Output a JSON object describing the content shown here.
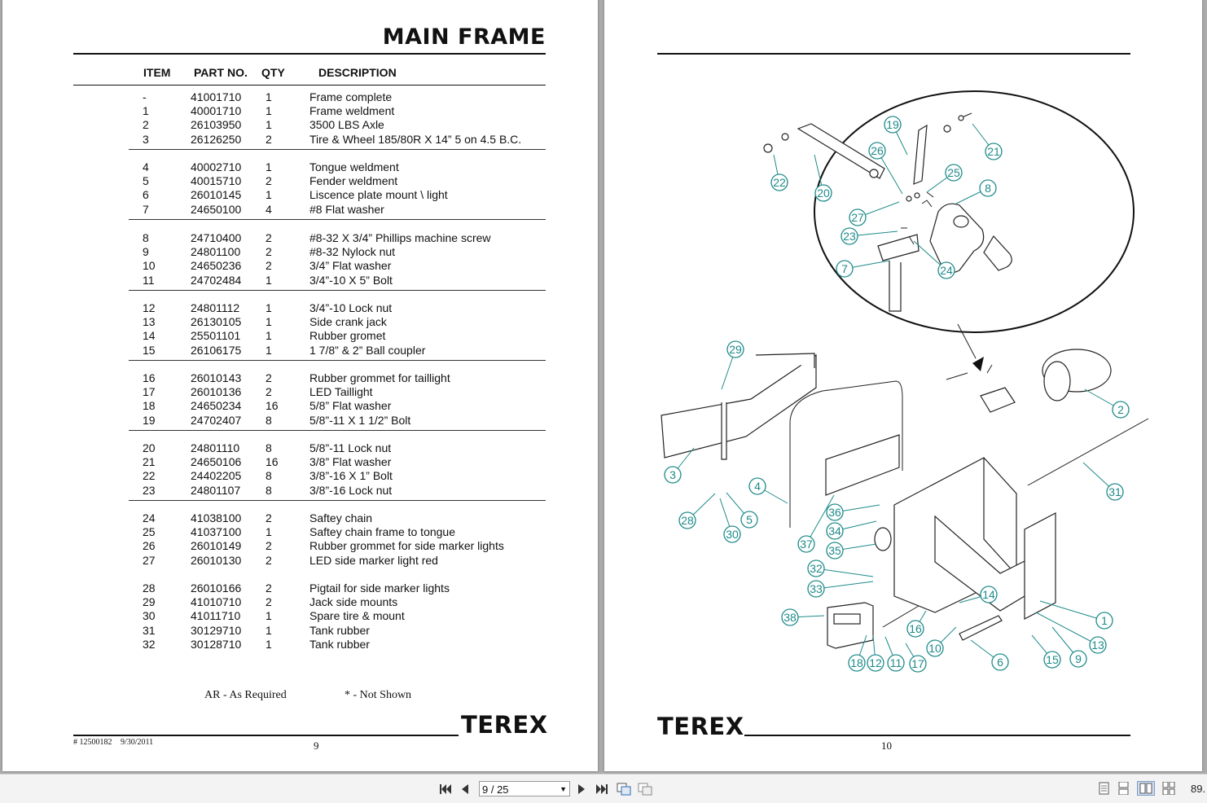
{
  "left_page": {
    "title": "MAIN FRAME",
    "columns": {
      "item": "ITEM",
      "part": "PART NO.",
      "qty": "QTY",
      "desc": "DESCRIPTION"
    },
    "groups": [
      [
        {
          "item": "-",
          "part": "41001710",
          "qty": "1",
          "desc": "Frame complete"
        },
        {
          "item": "1",
          "part": "40001710",
          "qty": "1",
          "desc": "Frame weldment"
        },
        {
          "item": "2",
          "part": "26103950",
          "qty": "1",
          "desc": "3500 LBS Axle"
        },
        {
          "item": "3",
          "part": "26126250",
          "qty": "2",
          "desc": "Tire & Wheel 185/80R X 14” 5 on 4.5 B.C."
        }
      ],
      [
        {
          "item": "4",
          "part": "40002710",
          "qty": "1",
          "desc": "Tongue weldment"
        },
        {
          "item": "5",
          "part": "40015710",
          "qty": "2",
          "desc": "Fender weldment"
        },
        {
          "item": "6",
          "part": "26010145",
          "qty": "1",
          "desc": "Liscence plate mount \\ light"
        },
        {
          "item": "7",
          "part": "24650100",
          "qty": "4",
          "desc": "#8 Flat washer"
        }
      ],
      [
        {
          "item": "8",
          "part": "24710400",
          "qty": "2",
          "desc": "#8-32 X 3/4” Phillips machine screw"
        },
        {
          "item": "9",
          "part": "24801100",
          "qty": "2",
          "desc": "#8-32 Nylock nut"
        },
        {
          "item": "10",
          "part": "24650236",
          "qty": "2",
          "desc": "3/4” Flat washer"
        },
        {
          "item": "11",
          "part": "24702484",
          "qty": "1",
          "desc": "3/4”-10 X 5” Bolt"
        }
      ],
      [
        {
          "item": "12",
          "part": "24801112",
          "qty": "1",
          "desc": "3/4”-10 Lock nut"
        },
        {
          "item": "13",
          "part": "26130105",
          "qty": "1",
          "desc": "Side crank jack"
        },
        {
          "item": "14",
          "part": "25501101",
          "qty": "1",
          "desc": "Rubber gromet"
        },
        {
          "item": "15",
          "part": "26106175",
          "qty": "1",
          "desc": "1 7/8” & 2” Ball coupler"
        }
      ],
      [
        {
          "item": "16",
          "part": "26010143",
          "qty": "2",
          "desc": "Rubber grommet for taillight"
        },
        {
          "item": "17",
          "part": "26010136",
          "qty": "2",
          "desc": "LED Taillight"
        },
        {
          "item": "18",
          "part": "24650234",
          "qty": "16",
          "desc": "5/8” Flat washer"
        },
        {
          "item": "19",
          "part": "24702407",
          "qty": "8",
          "desc": "5/8”-11 X 1 1/2” Bolt"
        }
      ],
      [
        {
          "item": "20",
          "part": "24801110",
          "qty": "8",
          "desc": "5/8”-11 Lock nut"
        },
        {
          "item": "21",
          "part": "24650106",
          "qty": "16",
          "desc": "3/8” Flat washer"
        },
        {
          "item": "22",
          "part": "24402205",
          "qty": "8",
          "desc": "3/8”-16 X 1” Bolt"
        },
        {
          "item": "23",
          "part": "24801107",
          "qty": "8",
          "desc": "3/8”-16 Lock nut"
        }
      ],
      [
        {
          "item": "24",
          "part": "41038100",
          "qty": "2",
          "desc": "Saftey chain"
        },
        {
          "item": "25",
          "part": "41037100",
          "qty": "1",
          "desc": "Saftey chain frame to tongue"
        },
        {
          "item": "26",
          "part": "26010149",
          "qty": "2",
          "desc": "Rubber grommet for side marker lights"
        },
        {
          "item": "27",
          "part": "26010130",
          "qty": "2",
          "desc": "LED side marker light red"
        }
      ],
      [
        {
          "item": "28",
          "part": "26010166",
          "qty": "2",
          "desc": "Pigtail for side marker lights"
        },
        {
          "item": "29",
          "part": "41010710",
          "qty": "2",
          "desc": "Jack side mounts"
        },
        {
          "item": "30",
          "part": "41011710",
          "qty": "1",
          "desc": "Spare tire & mount"
        },
        {
          "item": "31",
          "part": "30129710",
          "qty": "1",
          "desc": "Tank rubber"
        },
        {
          "item": "32",
          "part": "30128710",
          "qty": "1",
          "desc": "Tank rubber"
        }
      ]
    ],
    "note_ar": "AR - As Required",
    "note_ns": "* - Not Shown",
    "brand": "TEREX",
    "doc_number": "# 12500182",
    "doc_date": "9/30/2011",
    "page_number": "9"
  },
  "right_page": {
    "brand": "TEREX",
    "page_number": "10",
    "callouts": [
      "1",
      "2",
      "3",
      "4",
      "5",
      "6",
      "7",
      "8",
      "9",
      "10",
      "11",
      "12",
      "13",
      "14",
      "15",
      "16",
      "17",
      "18",
      "19",
      "20",
      "21",
      "22",
      "23",
      "24",
      "25",
      "26",
      "27",
      "28",
      "29",
      "30",
      "31",
      "32",
      "33",
      "34",
      "35",
      "36",
      "37",
      "38"
    ]
  },
  "toolbar": {
    "page_indicator": "9 / 25",
    "zoom": "89.",
    "icons": [
      "first-page-icon",
      "previous-page-icon",
      "next-page-icon",
      "last-page-icon",
      "copy-icon",
      "paste-icon",
      "single-page-icon",
      "continuous-icon",
      "two-page-icon",
      "two-page-continuous-icon"
    ]
  },
  "colors": {
    "callout": "#1f8a8a",
    "background": "#ababab",
    "toolbar": "#f3f3f3"
  }
}
